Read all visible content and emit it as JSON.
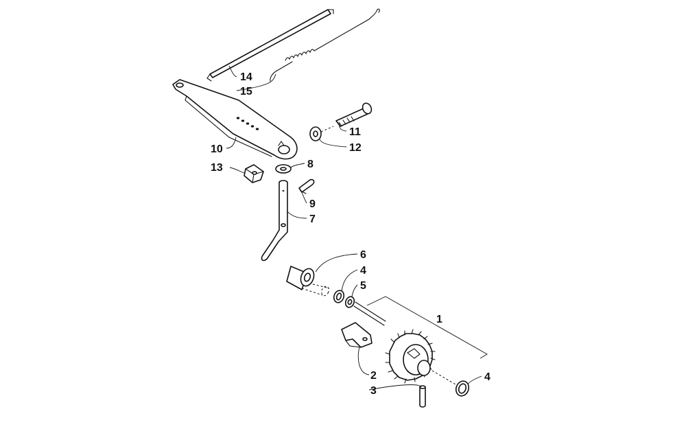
{
  "diagram": {
    "line_color": "#111111",
    "background": "#ffffff",
    "callouts": [
      {
        "id": "c14",
        "label": "14"
      },
      {
        "id": "c15",
        "label": "15"
      },
      {
        "id": "c11",
        "label": "11"
      },
      {
        "id": "c12",
        "label": "12"
      },
      {
        "id": "c10",
        "label": "10"
      },
      {
        "id": "c8",
        "label": "8"
      },
      {
        "id": "c13",
        "label": "13"
      },
      {
        "id": "c9",
        "label": "9"
      },
      {
        "id": "c7",
        "label": "7"
      },
      {
        "id": "c6",
        "label": "6"
      },
      {
        "id": "c4a",
        "label": "4"
      },
      {
        "id": "c5",
        "label": "5"
      },
      {
        "id": "c1",
        "label": "1"
      },
      {
        "id": "c2",
        "label": "2"
      },
      {
        "id": "c4b",
        "label": "4"
      },
      {
        "id": "c3",
        "label": "3"
      }
    ]
  }
}
